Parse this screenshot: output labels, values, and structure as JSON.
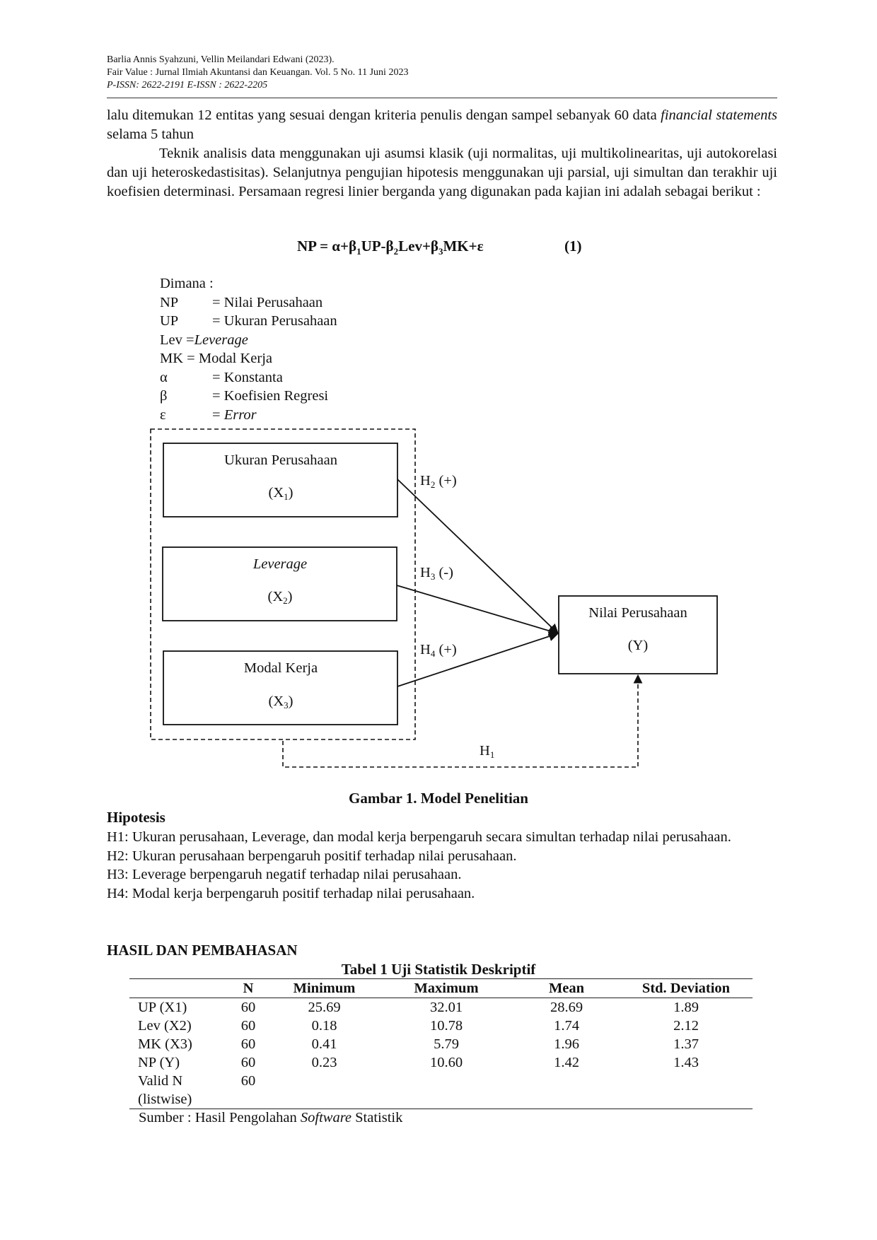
{
  "header": {
    "line1": "Barlia Annis Syahzuni, Vellin Meilandari Edwani (2023).",
    "line2": "Fair Value : Jurnal Ilmiah Akuntansi dan Keuangan. Vol. 5 No. 11 Juni 2023",
    "line3": "P-ISSN: 2622-2191 E-ISSN : 2622-2205"
  },
  "paragraph1": {
    "before": "lalu ditemukan 12 entitas yang sesuai dengan kriteria penulis dengan sampel sebanyak 60 data ",
    "italic": "financial statements",
    "after": " selama 5 tahun"
  },
  "paragraph2": "Teknik analisis data menggunakan uji asumsi klasik (uji normalitas, uji multikolinearitas, uji autokorelasi dan uji heteroskedastisitas). Selanjutnya pengujian hipotesis menggunakan uji parsial, uji simultan dan terakhir uji koefisien determinasi. Persamaan regresi linier berganda yang digunakan pada kajian ini adalah sebagai berikut :",
  "equation": {
    "p1": "NP = α+β",
    "s1": "1",
    "p2": "UP-β",
    "s2": "2",
    "p3": "Lev+β",
    "s3": "3",
    "p4": "MK+ε",
    "number": "(1)"
  },
  "definitions": {
    "intro": "Dimana :",
    "np_sym": "NP",
    "np_def": "= Nilai Perusahaan",
    "up_sym": "UP",
    "up_def": "= Ukuran Perusahaan",
    "lev_sym": "Lev  =",
    "lev_def": "Leverage",
    "mk_line": "MK = Modal Kerja",
    "alpha_sym": "α",
    "alpha_def": "= Konstanta",
    "beta_sym": "β",
    "beta_def": "= Koefisien Regresi",
    "eps_sym": "ε",
    "eps_eq": "= ",
    "eps_def": "Error"
  },
  "diagram": {
    "x1_title": "Ukuran Perusahaan",
    "x1_code": "(X",
    "x1_sub": "1",
    "x1_close": ")",
    "x2_title": "Leverage",
    "x2_code": "(X",
    "x2_sub": "2",
    "x2_close": ")",
    "x3_title": "Modal Kerja",
    "x3_code": "(X",
    "x3_sub": "3",
    "x3_close": ")",
    "y_title": "Nilai Perusahaan",
    "y_code": "(Y)",
    "h2_main": "H",
    "h2_sub": "2",
    "h2_sign": " (+)",
    "h3_main": "H",
    "h3_sub": "3",
    "h3_sign": " (-)",
    "h4_main": "H",
    "h4_sub": "4",
    "h4_sign": " (+)",
    "h1_main": "H",
    "h1_sub": "1"
  },
  "figure_caption": "Gambar 1. Model Penelitian",
  "hypotheses": {
    "title": "Hipotesis",
    "items": [
      "H1: Ukuran perusahaan, Leverage, dan modal kerja berpengaruh secara simultan terhadap nilai perusahaan.",
      "H2: Ukuran perusahaan berpengaruh positif terhadap nilai perusahaan.",
      "H3: Leverage berpengaruh negatif terhadap nilai perusahaan.",
      "H4: Modal kerja berpengaruh positif terhadap nilai perusahaan."
    ]
  },
  "section_title": "HASIL DAN PEMBAHASAN",
  "table": {
    "caption": "Tabel 1 Uji Statistik Deskriptif",
    "headers": [
      "",
      "N",
      "Minimum",
      "Maximum",
      "Mean",
      "Std. Deviation"
    ],
    "rows": [
      [
        "UP (X1)",
        "60",
        "25.69",
        "32.01",
        "28.69",
        "1.89"
      ],
      [
        "Lev (X2)",
        "60",
        "0.18",
        "10.78",
        "1.74",
        "2.12"
      ],
      [
        "MK (X3)",
        "60",
        "0.41",
        "5.79",
        "1.96",
        "1.37"
      ],
      [
        "NP (Y)",
        "60",
        "0.23",
        "10.60",
        "1.42",
        "1.43"
      ],
      [
        "Valid N (listwise)",
        "60",
        "",
        "",
        "",
        ""
      ]
    ],
    "source_before": "Sumber : Hasil Pengolahan ",
    "source_italic": "Software",
    "source_after": " Statistik"
  }
}
